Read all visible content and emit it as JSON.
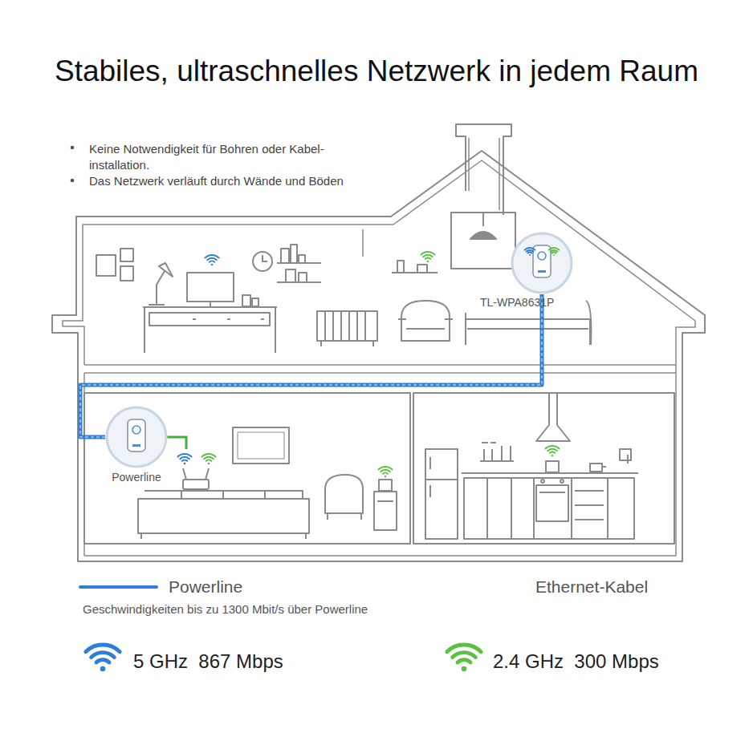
{
  "diagram": {
    "title": "Stabiles, ultraschnelles Netzwerk in jedem Raum",
    "nodes": [
      {
        "text": [
          "TL-WPA8631P"
        ]
      },
      {
        "text": [
          "Powerline"
        ]
      }
    ],
    "edges": [
      {
        "from": 1,
        "to": 0,
        "arrow": "none"
      }
    ],
    "labels": [
      "Keine Notwendigkeit für Bohren oder Kabel- installation.",
      "Das Netzwerk verläuft durch Wände und Böden",
      "Geschwindigkeiten bis zu 1300 Mbit/s über Powerline"
    ],
    "legend": [
      {
        "text": "Powerline"
      },
      {
        "text": "Ethernet-Kabel"
      },
      {
        "text": "5 GHz  867 Mbps"
      },
      {
        "text": "2.4 GHz  300 Mbps"
      }
    ]
  }
}
